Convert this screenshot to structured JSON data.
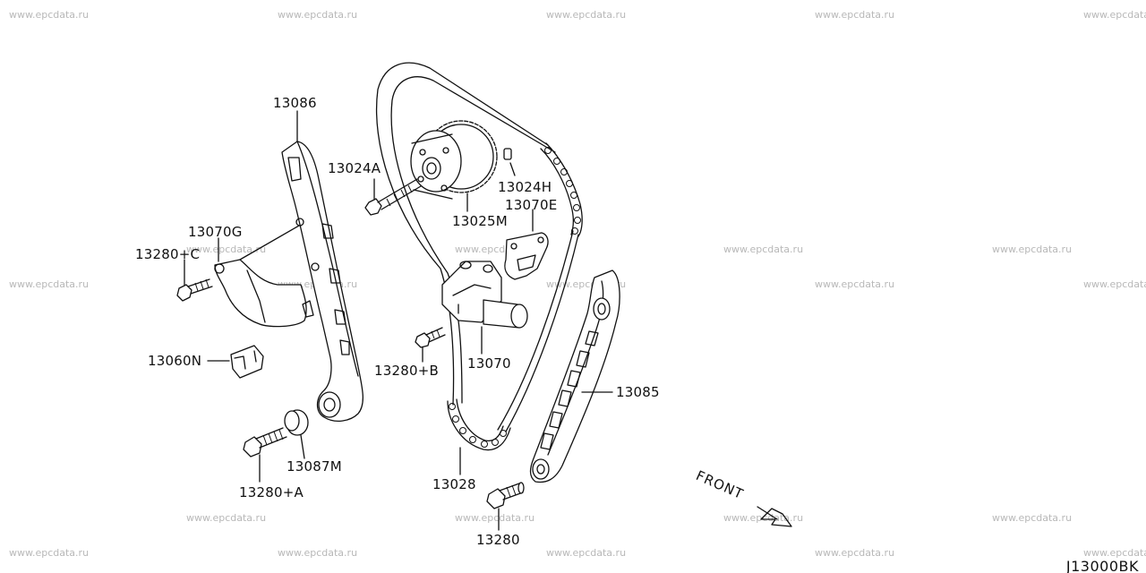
{
  "watermark_text": "www.epcdata.ru",
  "diagram_code": "J13000BK",
  "front_label": "FRONT",
  "parts": {
    "p13086": "13086",
    "p13024A": "13024A",
    "p13024H": "13024H",
    "p13025M": "13025M",
    "p13070E": "13070E",
    "p13070G": "13070G",
    "p13280C": "13280+C",
    "p13060N": "13060N",
    "p13280B": "13280+B",
    "p13070": "13070",
    "p13085": "13085",
    "p13087M": "13087M",
    "p13028": "13028",
    "p13280A": "13280+A",
    "p13280": "13280"
  },
  "colors": {
    "line": "#111111",
    "watermark": "#b8b8b8",
    "background": "#ffffff"
  }
}
